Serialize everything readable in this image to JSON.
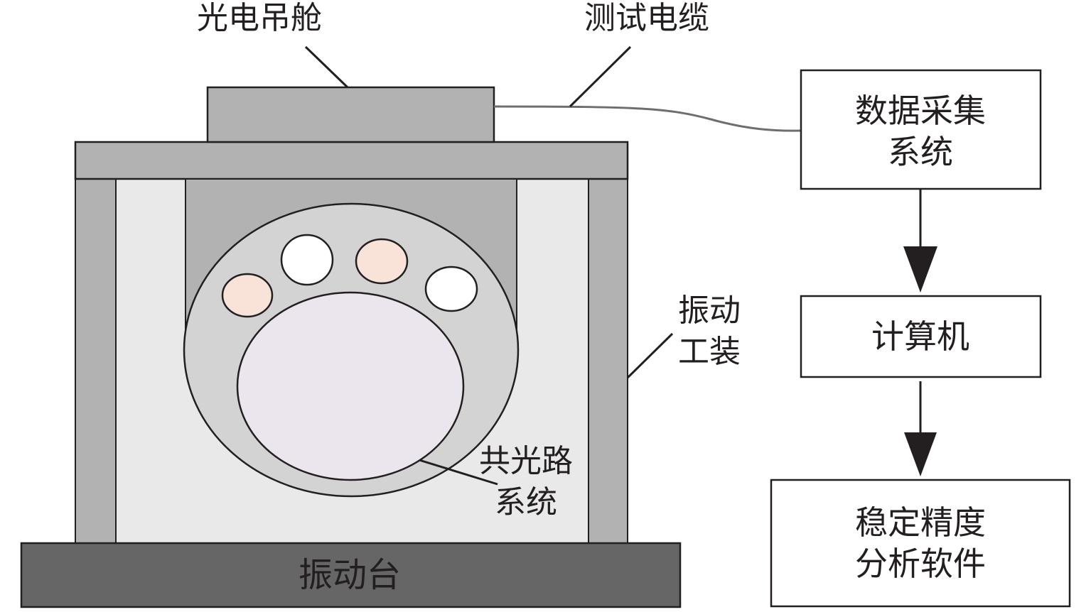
{
  "labels": {
    "gimbal": "光电吊舱",
    "cable": "测试电缆",
    "fixture_line1": "振动",
    "fixture_line2": "工装",
    "optical_line1": "共光路",
    "optical_line2": "系统",
    "table": "振动台"
  },
  "boxes": {
    "daq_line1": "数据采集",
    "daq_line2": "系统",
    "computer": "计算机",
    "software_line1": "稳定精度",
    "software_line2": "分析软件"
  },
  "colors": {
    "stroke": "#231f20",
    "frame_gray": "#b2b2b2",
    "inner_light": "#e9e9e9",
    "gimbal_ring": "#d3d3d3",
    "lens_main": "#ebe6ee",
    "lens_peach": "#f9e2d7",
    "lens_white": "#ffffff",
    "base_dark": "#666666",
    "cable": "#6d6e71"
  }
}
